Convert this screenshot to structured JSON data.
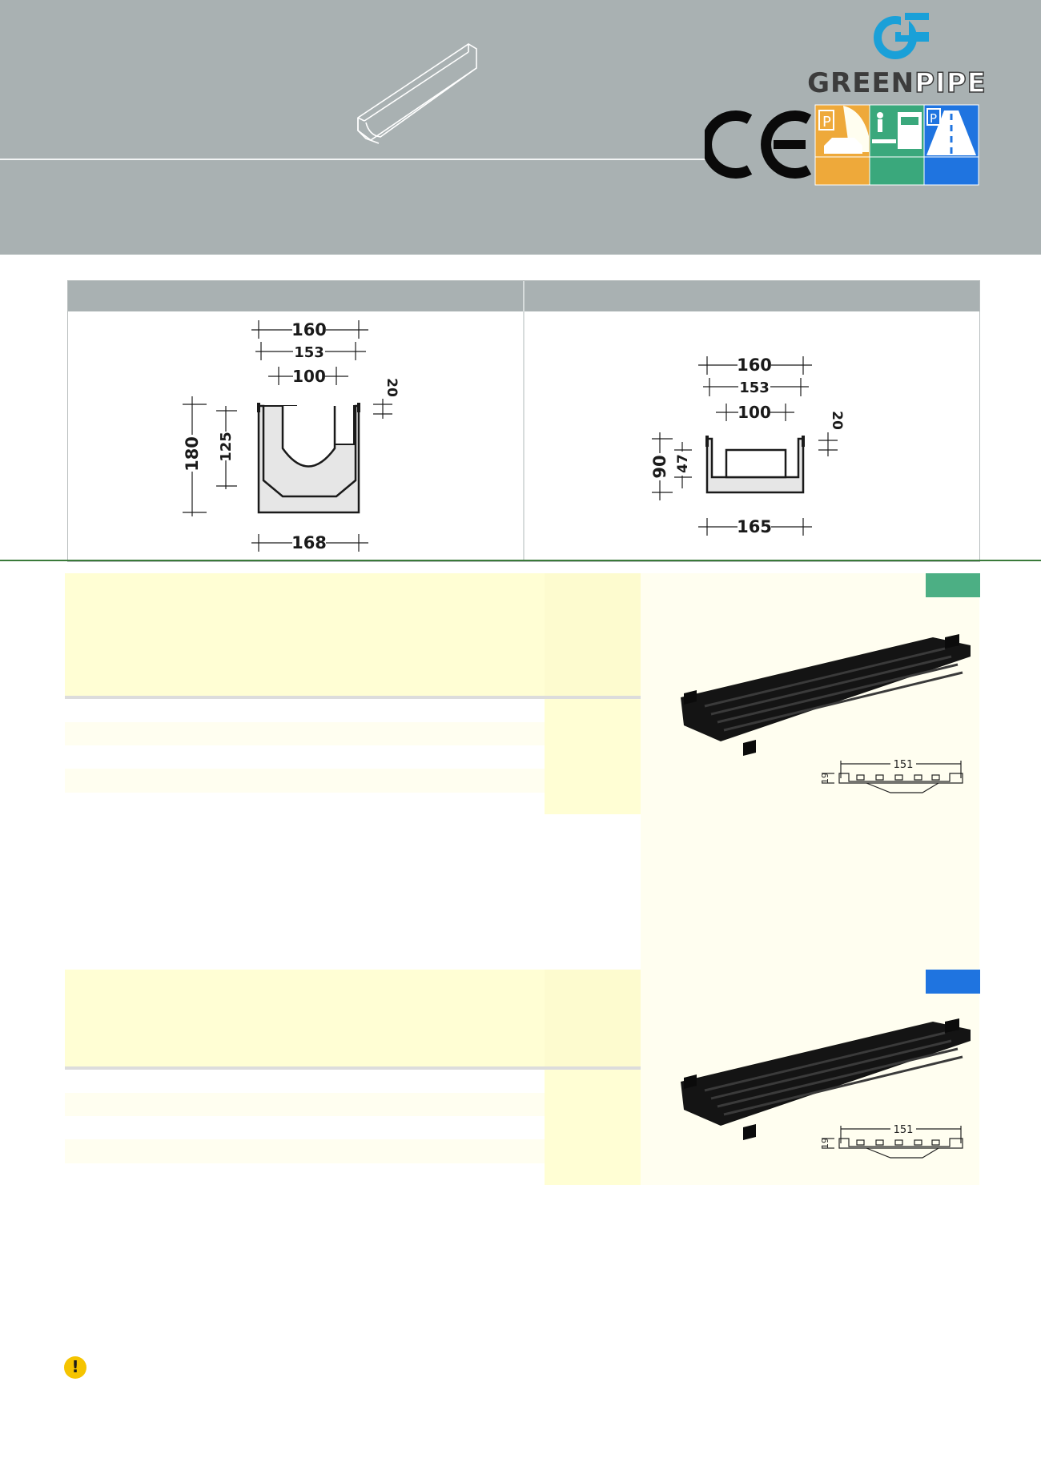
{
  "brand": {
    "name_part1": "GREEN",
    "name_part2": "PIPE",
    "logo_color": "#1aa0d8"
  },
  "certification": {
    "mark": "CE"
  },
  "load_classes": [
    {
      "name": "parking-icon",
      "color": "#eea93a"
    },
    {
      "name": "pedestrian-truck-icon",
      "color": "#3aa87c"
    },
    {
      "name": "highway-icon",
      "color": "#1f74e0"
    }
  ],
  "drawings": {
    "left": {
      "top_outer": "160",
      "top_mid": "153",
      "top_inner": "100",
      "lip": "20",
      "total_height": "180",
      "inner_height": "125",
      "bottom": "168"
    },
    "right": {
      "top_outer": "160",
      "top_mid": "153",
      "top_inner": "100",
      "lip": "20",
      "total_height": "90",
      "inner_height": "47",
      "bottom": "165"
    }
  },
  "products": [
    {
      "badge_color": "#4caf84",
      "grate_width": "151",
      "grate_height": "19"
    },
    {
      "badge_color": "#1f74e0",
      "grate_width": "151",
      "grate_height": "19"
    }
  ],
  "colors": {
    "header_bg": "#a9b1b2",
    "pale_yellow": "#fffef0",
    "yellow": "#fffed4",
    "green_rule": "#3a7a3a"
  }
}
